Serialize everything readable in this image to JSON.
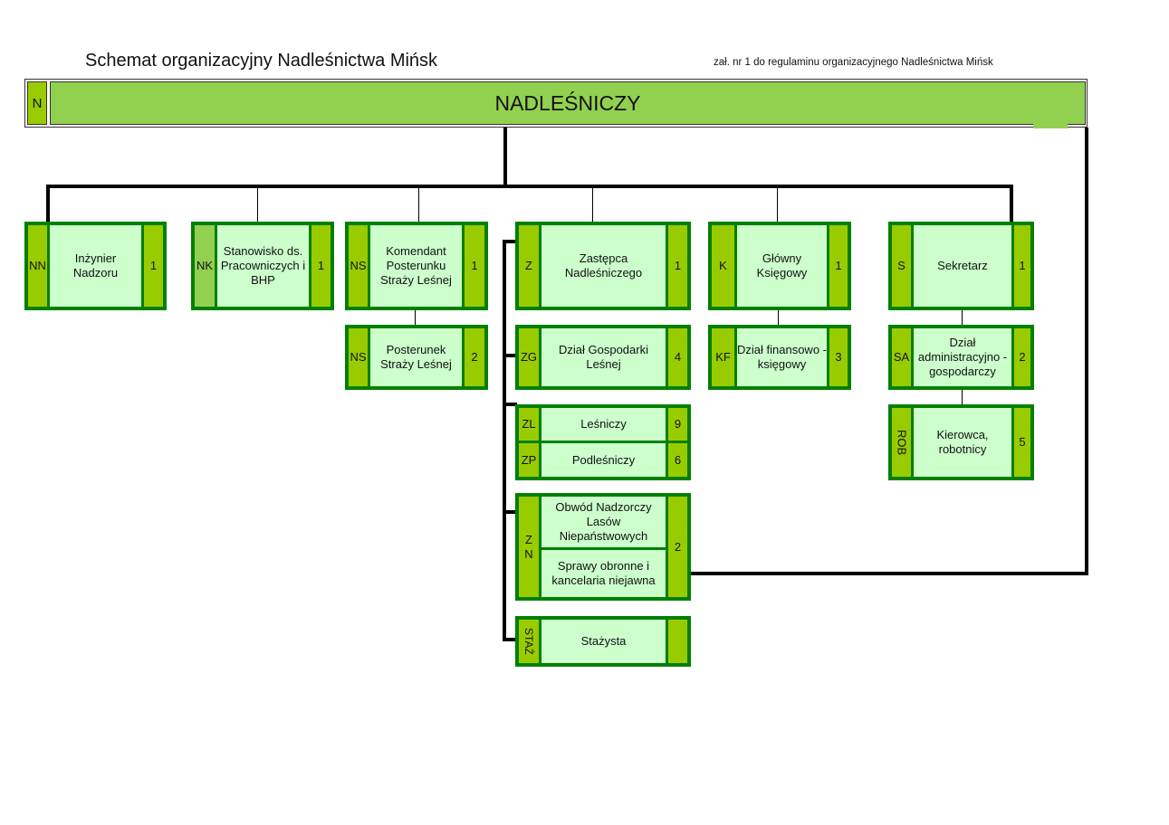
{
  "header": {
    "title": "Schemat organizacyjny  Nadleśnictwa Mińsk",
    "subtitle": "zał. nr 1 do regulaminu organizacyjnego Nadleśnictwa Mińsk"
  },
  "top": {
    "code": "N",
    "label": "NADLEŚNICZY"
  },
  "colors": {
    "border": "#008000",
    "code_fill": "#99cc00",
    "code_fill_light": "#92d050",
    "body_fill": "#ccffcc",
    "top_fill": "#92d050",
    "connector": "#000000"
  },
  "units": [
    {
      "code": "NN",
      "label": "Inżynier Nadzoru",
      "count": "1"
    },
    {
      "code": "NK",
      "label": "Stanowisko ds. Pracowniczych i BHP",
      "count": "1"
    },
    {
      "code": "NS",
      "label": "Komendant Posterunku Straży Leśnej",
      "count": "1"
    },
    {
      "code": "NS",
      "label": "Posterunek Straży Leśnej",
      "count": "2"
    },
    {
      "code": "Z",
      "label": "Zastępca Nadleśniczego",
      "count": "1"
    },
    {
      "code": "ZG",
      "label": "Dział Gospodarki Leśnej",
      "count": "4"
    },
    {
      "code": "ZL",
      "label": "Leśniczy",
      "count": "9"
    },
    {
      "code": "ZP",
      "label": "Podleśniczy",
      "count": "6"
    },
    {
      "code": "Z N",
      "label": "Obwód Nadzorczy Lasów Niepaństwowych",
      "label2": "Sprawy obronne i kancelaria niejawna",
      "count": "2"
    },
    {
      "code": "STAŻ",
      "label": "Stażysta",
      "count": ""
    },
    {
      "code": "K",
      "label": "Główny Księgowy",
      "count": "1"
    },
    {
      "code": "KF",
      "label": "Dział finansowo - księgowy",
      "count": "3"
    },
    {
      "code": "S",
      "label": "Sekretarz",
      "count": "1"
    },
    {
      "code": "SA",
      "label": "Dział administracyjno - gospodarczy",
      "count": "2"
    },
    {
      "code": "ROB",
      "label": "Kierowca, robotnicy",
      "count": "5"
    }
  ]
}
